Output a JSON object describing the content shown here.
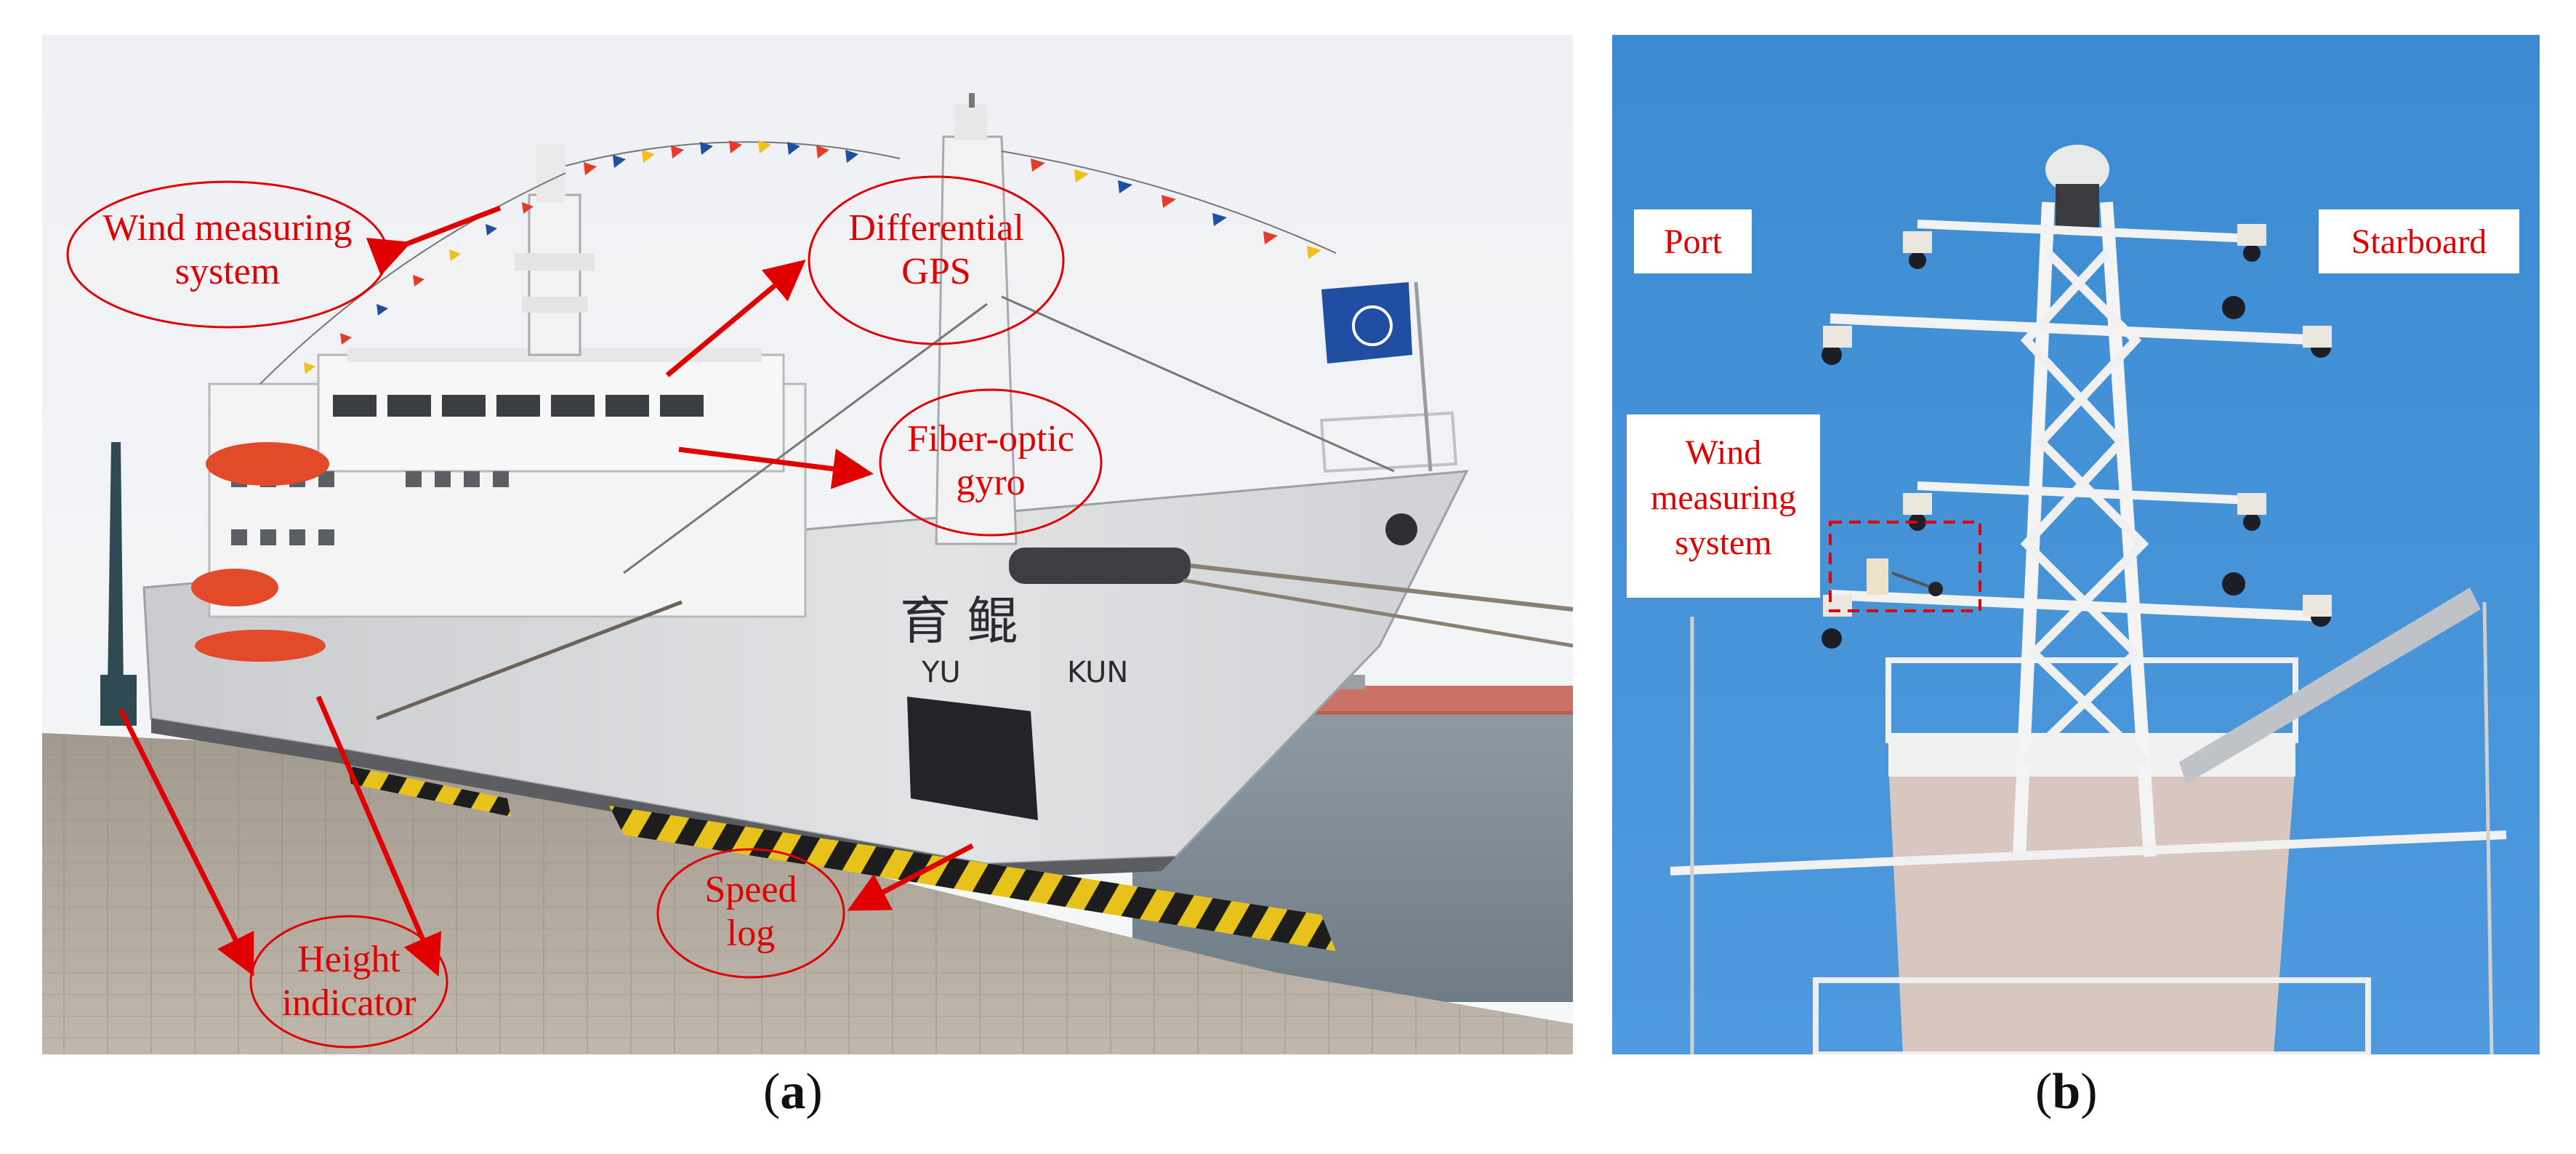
{
  "panel_a": {
    "ship_name_cn": "育  鲲",
    "ship_name_en_1": "YU",
    "ship_name_en_2": "KUN",
    "labels": {
      "wind_line1": "Wind measuring",
      "wind_line2": "system",
      "gps_line1": "Differential",
      "gps_line2": "GPS",
      "gyro_line1": "Fiber-optic",
      "gyro_line2": "gyro",
      "speed_line1": "Speed",
      "speed_line2": "log",
      "height_line1": "Height",
      "height_line2": "indicator"
    }
  },
  "panel_b": {
    "labels": {
      "port": "Port",
      "starboard": "Starboard",
      "wind_line1": "Wind",
      "wind_line2": "measuring",
      "wind_line3": "system"
    }
  },
  "captions": {
    "a_open": "(",
    "a_letter": "a",
    "a_close": ")",
    "b_open": "(",
    "b_letter": "b",
    "b_close": ")"
  },
  "colors": {
    "annotation_red": "#e00000",
    "sky_b": "#3f8fd4",
    "hull": "#d9dadc",
    "pier": "#b0a89c"
  }
}
